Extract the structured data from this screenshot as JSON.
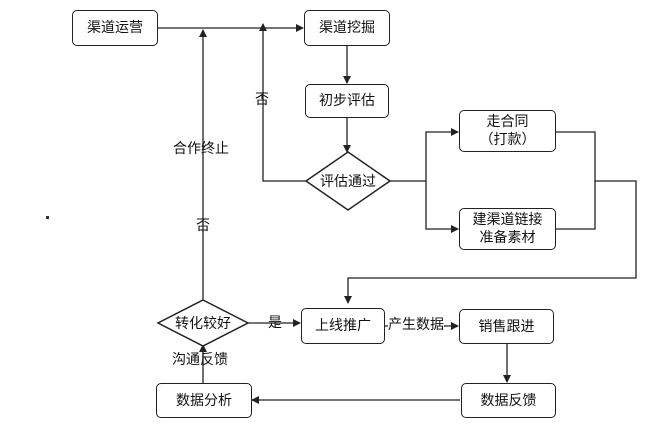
{
  "nodes": {
    "channel_ops": "渠道运营",
    "channel_mining": "渠道挖掘",
    "initial_eval": "初步评估",
    "eval_pass": "评估通过",
    "contract": "走合同\n（打款）",
    "build_link": "建渠道链接\n准备素材",
    "go_live": "上线推广",
    "conversion_ok": "转化较好",
    "sales_follow": "销售跟进",
    "data_feedback": "数据反馈",
    "data_analysis": "数据分析"
  },
  "edge_labels": {
    "no_left": "否",
    "coop_end": "合作终止",
    "no_mid": "否",
    "yes": "是",
    "produce_data": "产生数据",
    "communicate_feedback": "沟通反馈"
  }
}
